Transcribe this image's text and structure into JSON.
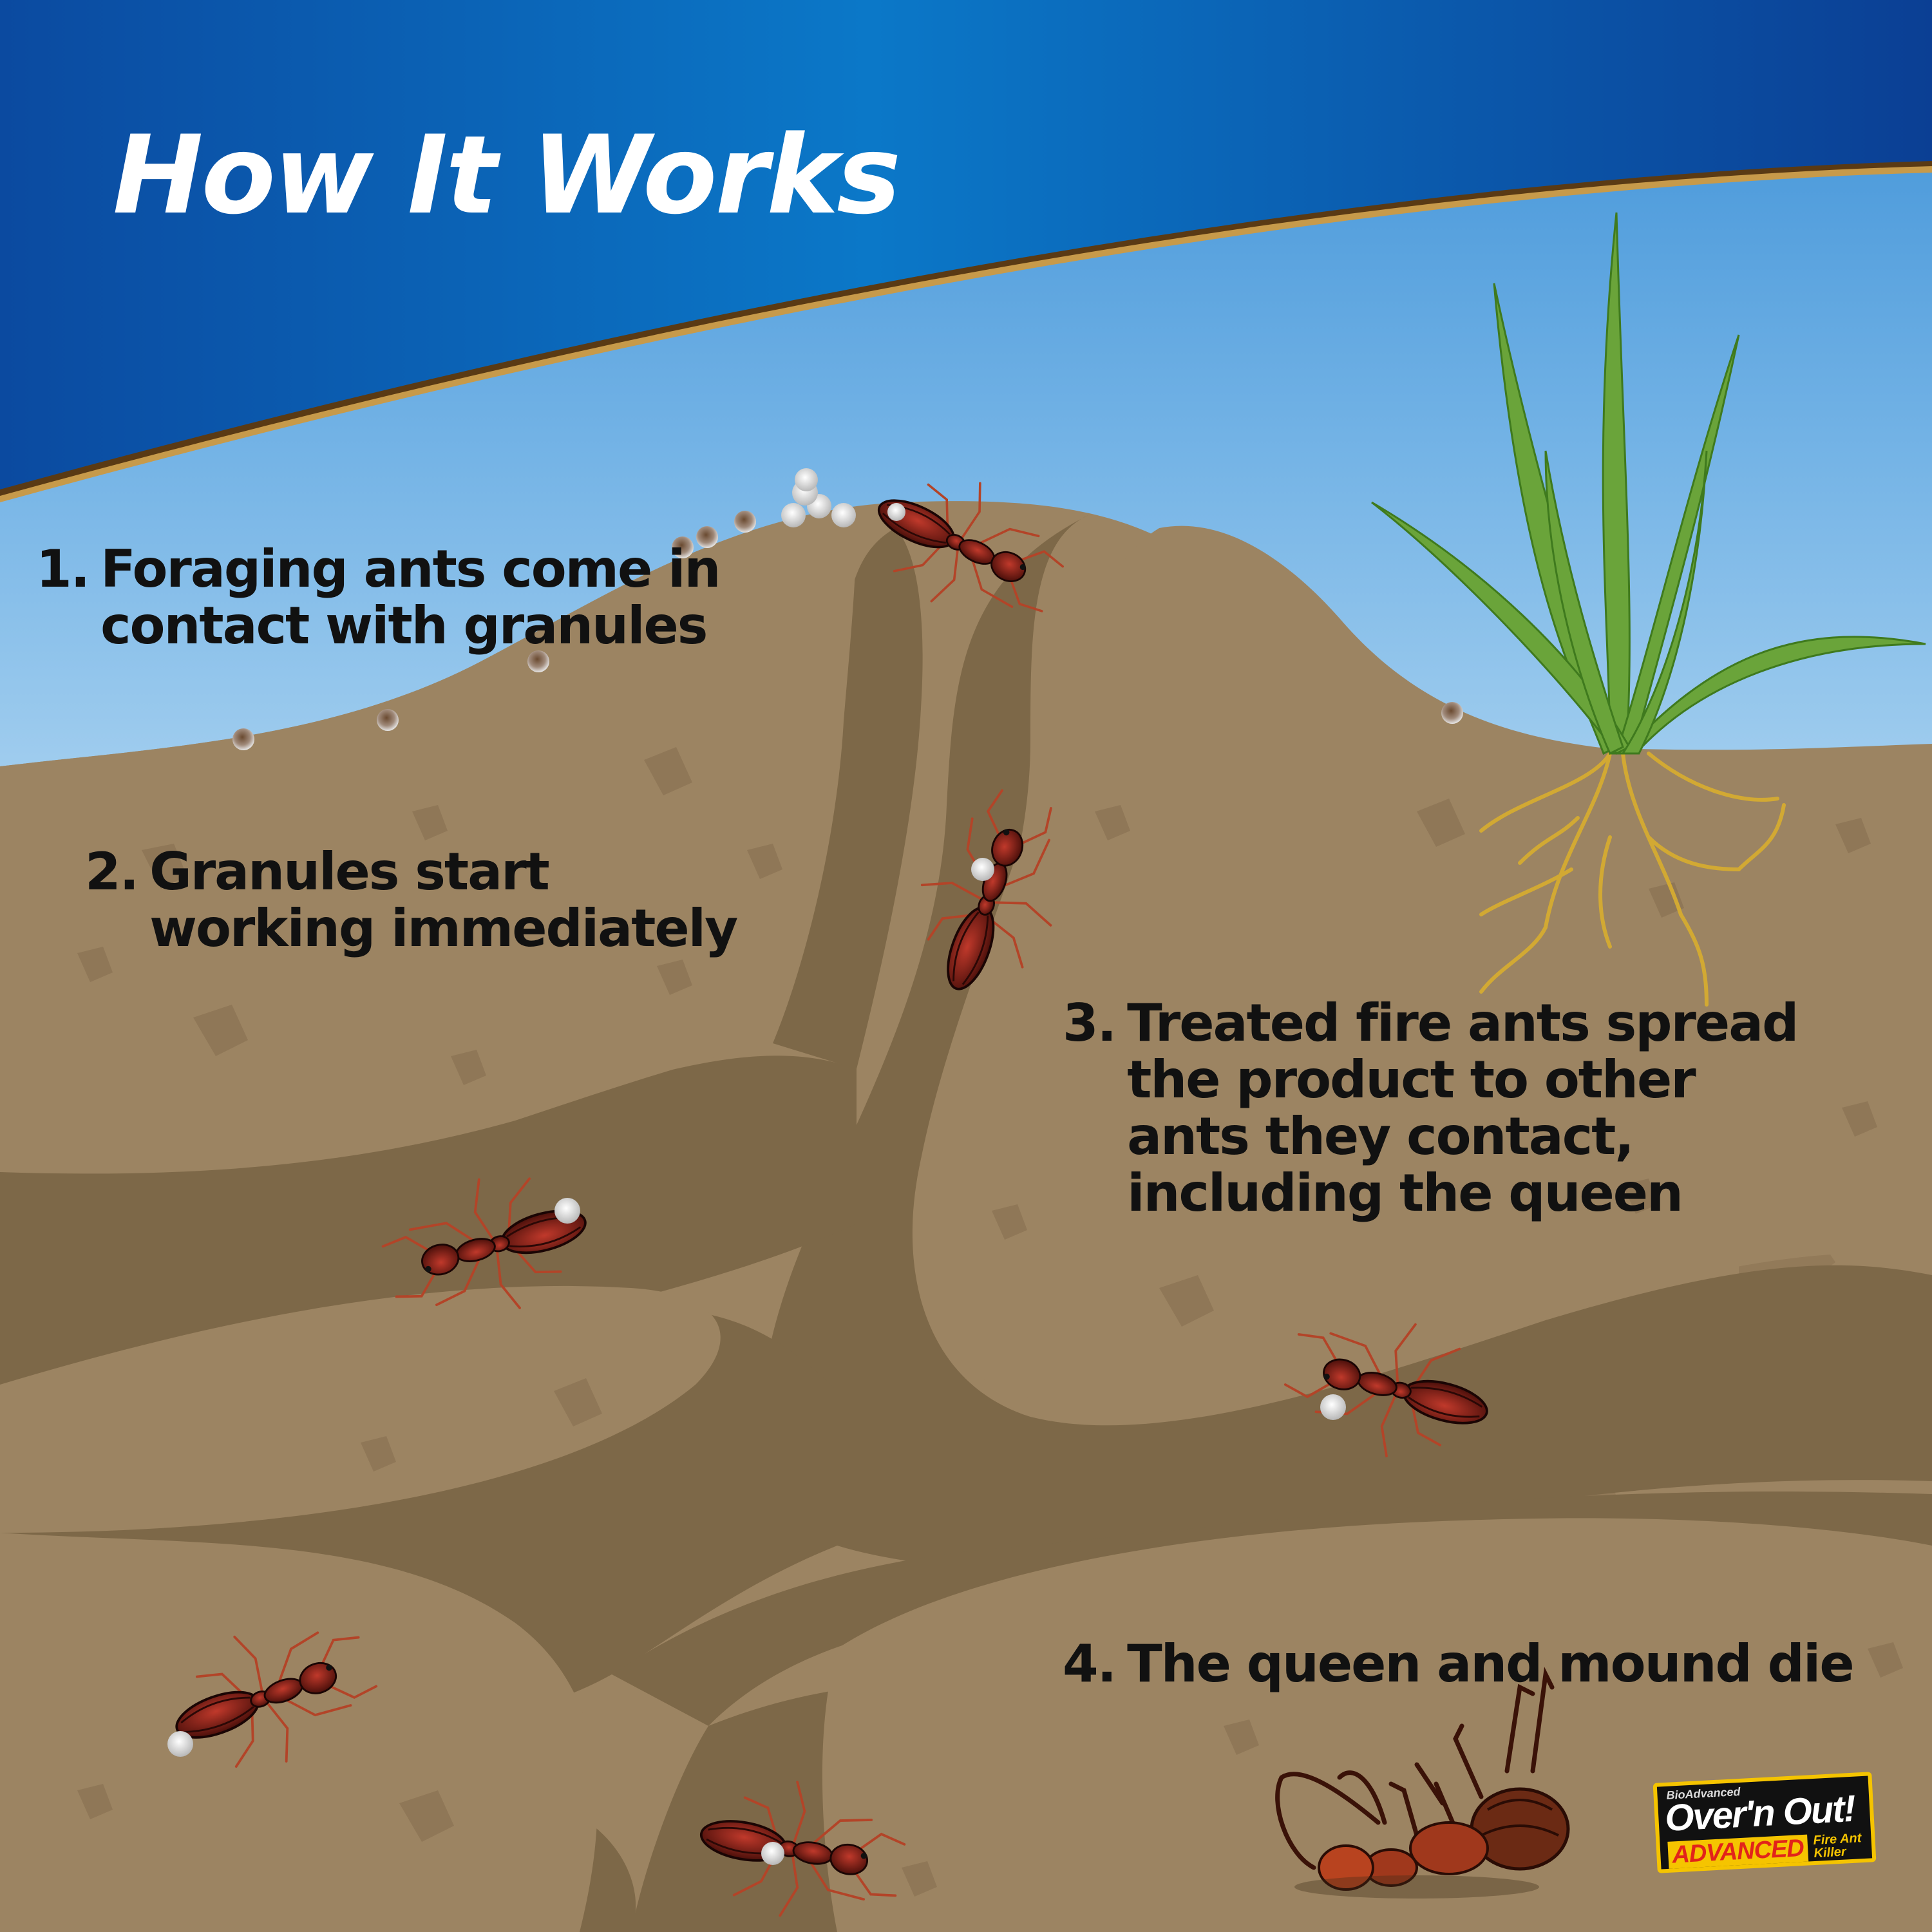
{
  "header": {
    "title": "How It Works"
  },
  "steps": [
    {
      "number": "1.",
      "lines": [
        "Foraging ants come in",
        "contact with granules"
      ]
    },
    {
      "number": "2.",
      "lines": [
        "Granules start",
        "working immediately"
      ]
    },
    {
      "number": "3.",
      "lines": [
        "Treated fire ants spread",
        "the product to other",
        "ants they contact,",
        "including the queen"
      ]
    },
    {
      "number": "4.",
      "lines": [
        "The queen and mound die"
      ]
    }
  ],
  "logo": {
    "brand_small": "BioAdvanced",
    "brand_main": "Over'n Out!",
    "edition": "ADVANCED",
    "product": "Fire Ant Killer"
  },
  "colors": {
    "header_blue": "#0a4fa0",
    "sky_blue": "#7cb6e6",
    "soil_light": "#9c8462",
    "soil_tunnel": "#7f6a4b",
    "gold_band": "#b08a3c",
    "grass_green": "#6aa43a",
    "roots_gold": "#d2a933",
    "ant_red": "#7a1e16"
  }
}
